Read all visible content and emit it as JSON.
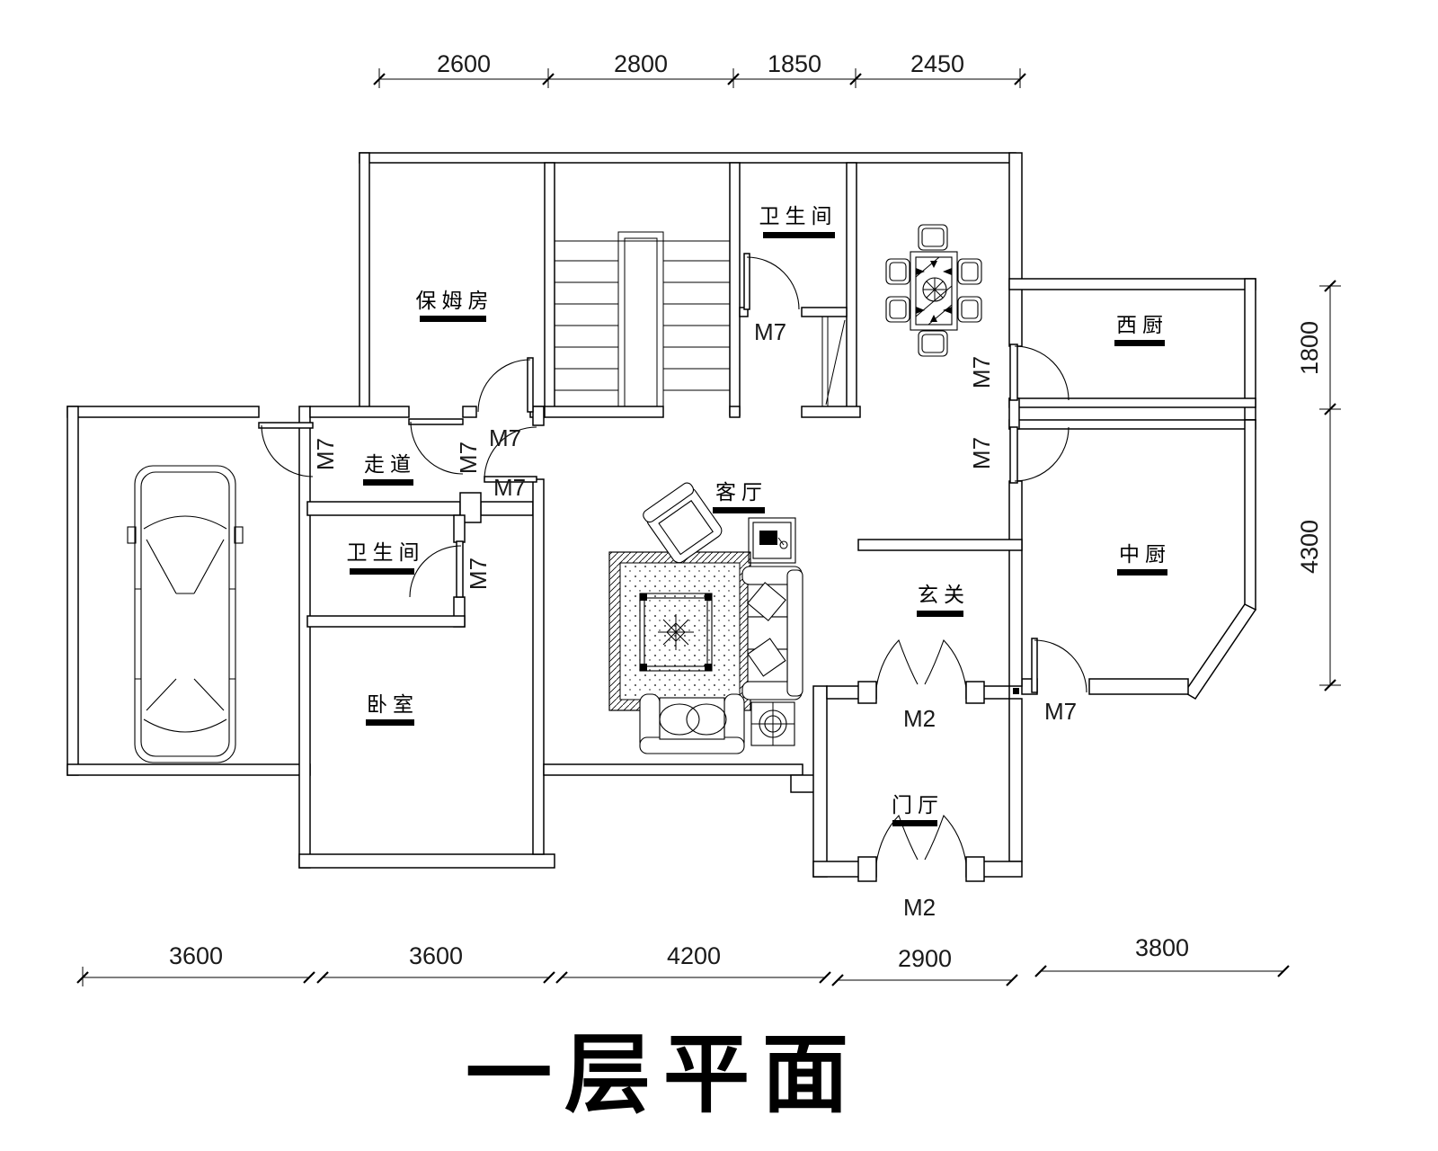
{
  "title": "一层平面",
  "rooms": [
    {
      "id": "nanny-room",
      "label": "保姆房"
    },
    {
      "id": "bathroom-upper",
      "label": "卫生间"
    },
    {
      "id": "west-kitchen",
      "label": "西厨"
    },
    {
      "id": "corridor",
      "label": "走道"
    },
    {
      "id": "bathroom-lower",
      "label": "卫生间"
    },
    {
      "id": "bedroom",
      "label": "卧室"
    },
    {
      "id": "living-room",
      "label": "客厅"
    },
    {
      "id": "chinese-kitchen",
      "label": "中厨"
    },
    {
      "id": "entry-hall",
      "label": "玄关"
    },
    {
      "id": "foyer",
      "label": "门厅"
    }
  ],
  "door_marks": {
    "single": "M7",
    "double": "M2"
  },
  "dimensions": {
    "top": [
      "2600",
      "2800",
      "1850",
      "2450"
    ],
    "bottom": [
      "3600",
      "3600",
      "4200",
      "2900",
      "3800"
    ],
    "right": [
      "1800",
      "4300"
    ]
  },
  "furniture": [
    "car",
    "stairs",
    "dining-table",
    "dining-chairs",
    "rug",
    "sofa",
    "loveseat",
    "armchair",
    "tv-cabinet",
    "side-table"
  ],
  "colors": {
    "line": "#000000",
    "background": "#ffffff"
  }
}
